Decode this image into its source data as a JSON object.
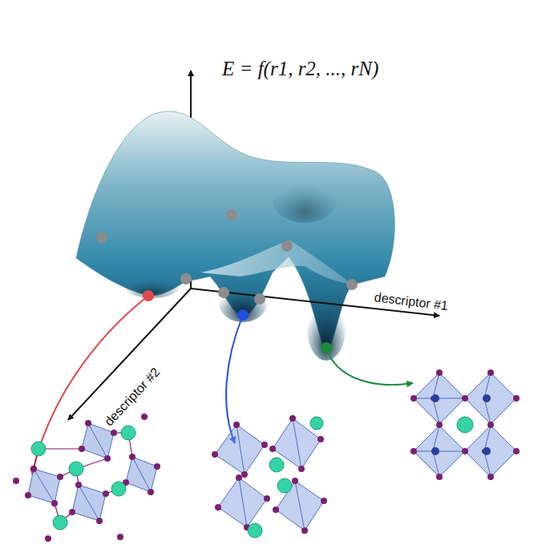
{
  "diagram": {
    "labels": [
      "E = f(r1, r2, ..., rN)",
      "descriptor #1",
      "descriptor #2"
    ]
  }
}
